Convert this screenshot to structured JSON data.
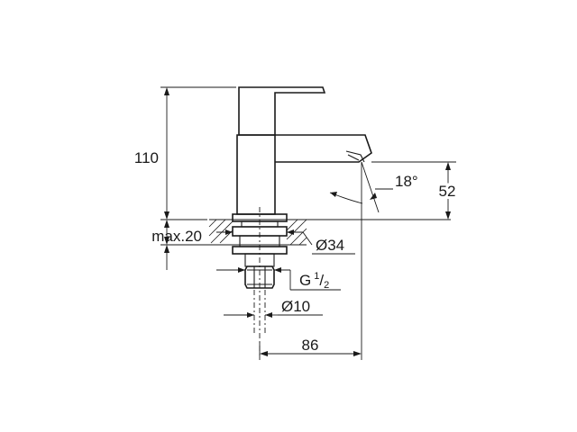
{
  "dimensions": {
    "height_total": "110",
    "max_thickness": "max.20",
    "spout_angle": "18°",
    "spout_height": "52",
    "flange_diameter": "Ø34",
    "thread": {
      "main": "G",
      "sup": "1",
      "sub": "2"
    },
    "pipe_diameter": "Ø10",
    "projection": "86"
  }
}
